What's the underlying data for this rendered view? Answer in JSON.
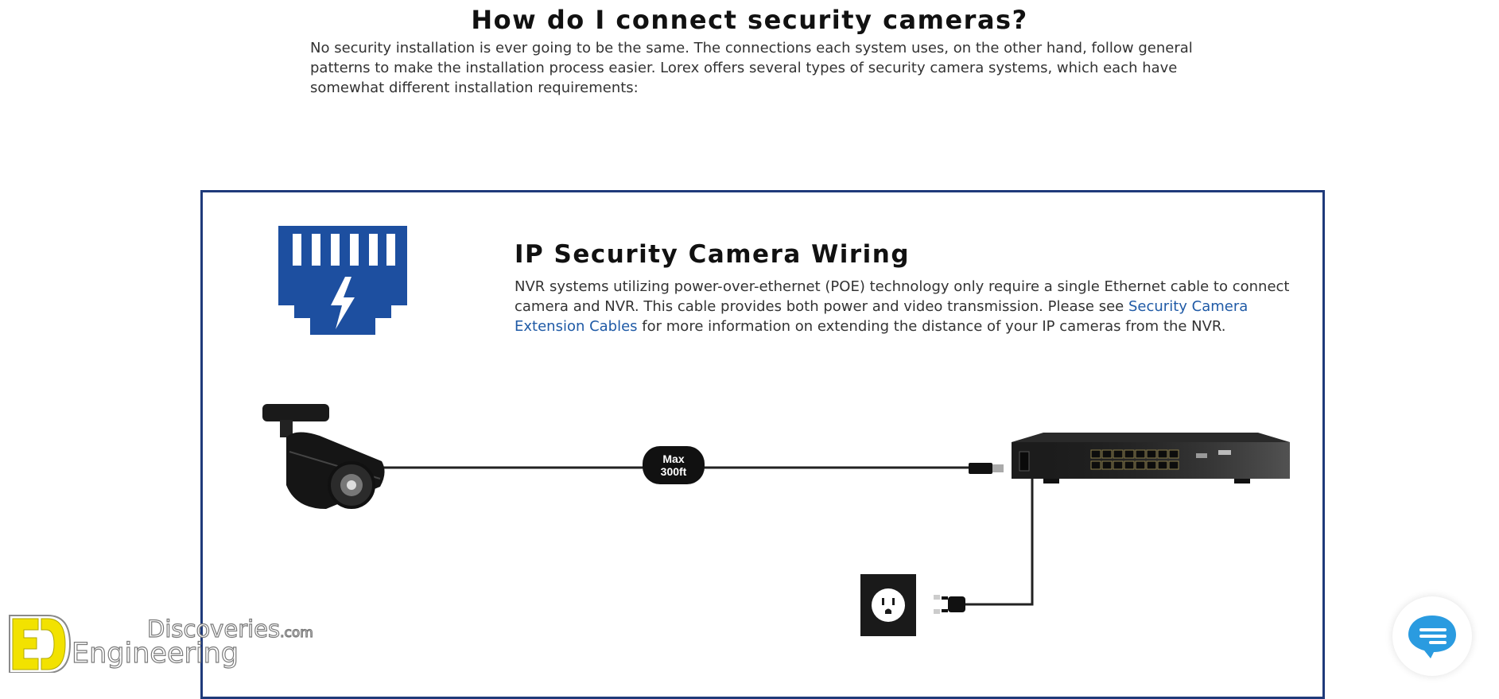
{
  "page": {
    "heading": "How do I connect security cameras?",
    "intro": "No security installation is ever going to be the same. The connections each system uses, on the other hand, follow general patterns to make the installation process easier. Lorex offers several types of security camera systems, which each have somewhat different installation requirements:"
  },
  "section": {
    "title": "IP Security Camera Wiring",
    "desc_part1": "NVR systems utilizing power-over-ethernet (POE) technology only require a single Ethernet cable to connect camera and NVR. This cable provides both power and video transmission. Please see ",
    "link_text": "Security Camera Extension Cables",
    "desc_part2": " for more information on extending the distance of your IP cameras from the NVR.",
    "icon": "ethernet-poe-icon",
    "accent_color": "#1d4fa0",
    "border_color": "#1f3a7a"
  },
  "diagram": {
    "cable_badge_line1": "Max",
    "cable_badge_line2": "300ft",
    "devices": [
      "ip-camera-icon",
      "ethernet-plug-icon",
      "nvr-recorder-icon",
      "power-outlet-icon",
      "power-plug-icon"
    ]
  },
  "watermark": {
    "word_top": "Discoveries",
    "word_top_suffix": ".com",
    "word_bottom": "Engineering",
    "logo_letters": "ED",
    "logo_color": "#f2e200"
  },
  "chat": {
    "icon": "chat-icon",
    "color": "#2a9be0"
  }
}
